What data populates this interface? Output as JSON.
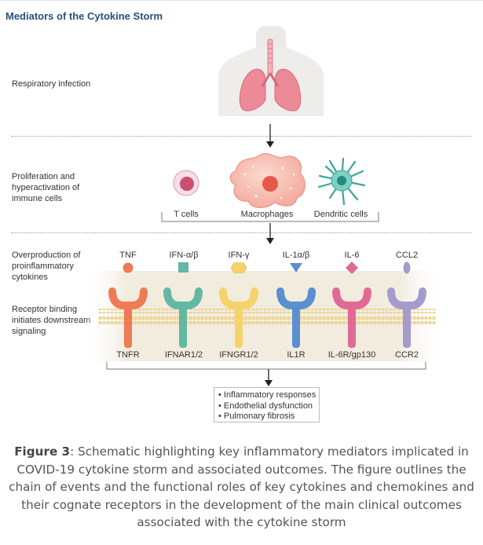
{
  "title": "Mediators of the Cytokine Storm",
  "stages": {
    "respiratory": "Respiratory infection",
    "proliferation": "Proliferation and hyperactivation of immune cells",
    "overproduction": "Overproduction of proinflammatory cytokines",
    "receptor": "Receptor binding initiates downstream signaling"
  },
  "cells": [
    {
      "label": "T cells",
      "color": "#c8506e"
    },
    {
      "label": "Macrophages",
      "color": "#e8584a"
    },
    {
      "label": "Dendritic cells",
      "color": "#3aa79a"
    }
  ],
  "cytokines": [
    {
      "label": "TNF",
      "shape": "circle",
      "color": "#ef7a56"
    },
    {
      "label": "IFN-α/β",
      "shape": "square",
      "color": "#63b7a5"
    },
    {
      "label": "IFN-γ",
      "shape": "hexagon",
      "color": "#f6d26a"
    },
    {
      "label": "IL-1α/β",
      "shape": "triangle",
      "color": "#5a8fd0"
    },
    {
      "label": "IL-6",
      "shape": "diamond",
      "color": "#e06a95"
    },
    {
      "label": "CCL2",
      "shape": "ellipse",
      "color": "#a59ccc"
    }
  ],
  "receptors": [
    {
      "label": "TNFR",
      "color": "#ef7a56"
    },
    {
      "label": "IFNAR1/2",
      "color": "#63b7a5"
    },
    {
      "label": "IFNGR1/2",
      "color": "#f6d26a"
    },
    {
      "label": "IL1R",
      "color": "#5a8fd0"
    },
    {
      "label": "IL-6R/gp130",
      "color": "#e06a95"
    },
    {
      "label": "CCR2",
      "color": "#a59ccc"
    }
  ],
  "outcomes": [
    "Inflammatory responses",
    "Endothelial dysfunction",
    "Pulmonary fibrosis"
  ],
  "caption": {
    "bold": "Figure 3",
    "text": ": Schematic highlighting key inflammatory mediators implicated in COVID-19 cytokine storm and associated outcomes. The figure outlines the chain of events and the functional roles of key cytokines and chemokines and their cognate receptors in the development of the main clinical outcomes associated with the cytokine storm"
  }
}
